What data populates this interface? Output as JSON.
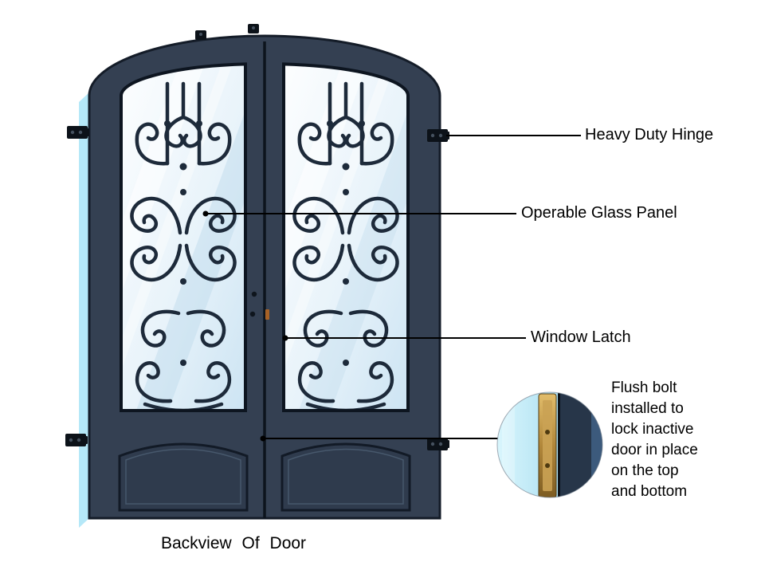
{
  "callouts": [
    {
      "id": "heavy-duty-hinge",
      "label": "Heavy Duty Hinge"
    },
    {
      "id": "operable-glass-panel",
      "label": "Operable Glass Panel"
    },
    {
      "id": "window-latch",
      "label": "Window Latch"
    },
    {
      "id": "flush-bolt",
      "label": "Flush bolt installed to lock inactive door in place on the top and bottom"
    }
  ],
  "caption": "Backview Of Door",
  "colors": {
    "background": "#ffffff",
    "door_slab": "#344052",
    "door_outline": "#141c28",
    "door_panel": "#2f3b4d",
    "frame_edge_blue": "#b5e8f8",
    "glass": "#eef6fb",
    "ironwork": "#1d2a3a",
    "brass_bolt": "#c19a4c",
    "annotation_line": "#000000",
    "inset_background": "#aee9f6",
    "inset_door_edge": "#273649"
  }
}
